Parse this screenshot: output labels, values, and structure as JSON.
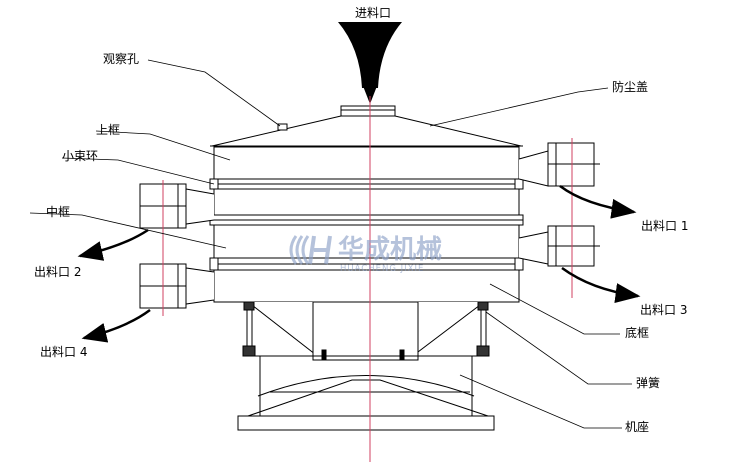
{
  "labels": {
    "inlet": "进料口",
    "sight_hole": "观察孔",
    "dust_cover": "防尘盖",
    "upper_frame": "上框",
    "small_clamp_ring": "小束环",
    "middle_frame": "中框",
    "bottom_frame": "底框",
    "spring": "弹簧",
    "base": "机座",
    "outlet_1": "出料口 1",
    "outlet_2": "出料口 2",
    "outlet_3": "出料口 3",
    "outlet_4": "出料口 4"
  },
  "watermark": {
    "cn": "华成机械",
    "en": "HUACHENG JIXIE",
    "color": "#8fa3c8"
  },
  "colors": {
    "line": "#000000",
    "axis": "#d04060"
  }
}
